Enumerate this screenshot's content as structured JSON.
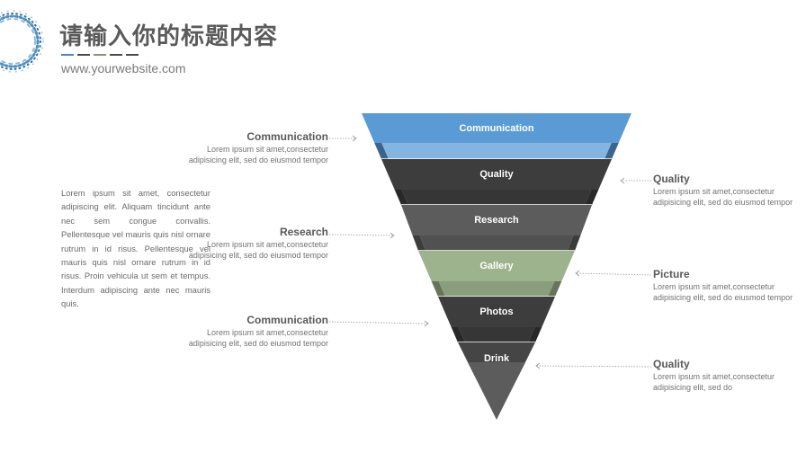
{
  "header": {
    "title": "请输入你的标题内容",
    "website": "www.yourwebsite.com",
    "dash_colors": [
      "#4a86c5",
      "#4a4a4a",
      "#7b9a6c",
      "#4a4a4a",
      "#4a4a4a"
    ]
  },
  "intro": {
    "text": "Lorem ipsum sit amet, consectetur adipiscing elit. Aliquam tincidunt ante nec sem congue convallis. Pellentesque vel mauris quis nisl ornare rutrum in id risus. Pellentesque vel mauris quis nisl ornare rutrum in id risus. Proin vehicula ut sem et tempus. Interdum adipiscing ante nec mauris quis."
  },
  "funnel": {
    "segments": [
      {
        "label": "Communication",
        "color": "#5b9bd5"
      },
      {
        "label": "Quality",
        "color": "#3d3d3d"
      },
      {
        "label": "Research",
        "color": "#5c5c5c"
      },
      {
        "label": "Gallery",
        "color": "#9db38e"
      },
      {
        "label": "Photos",
        "color": "#3d3d3d"
      },
      {
        "label": "Drink",
        "color": "#5c5c5c"
      }
    ]
  },
  "callouts": {
    "left": [
      {
        "heading": "Communication",
        "body": "Lorem ipsum sit amet,consectetur adipisicing elit, sed do eiusmod tempor"
      },
      {
        "heading": "Research",
        "body": "Lorem ipsum sit amet,consectetur adipisicing elit, sed do eiusmod tempor"
      },
      {
        "heading": "Communication",
        "body": "Lorem ipsum sit amet,consectetur adipisicing elit, sed do eiusmod tempor"
      }
    ],
    "right": [
      {
        "heading": "Quality",
        "body": "Lorem ipsum sit amet,consectetur adipisicing elit, sed do eiusmod tempor"
      },
      {
        "heading": "Picture",
        "body": "Lorem ipsum sit amet,consectetur adipisicing elit, sed do eiusmod tempor"
      },
      {
        "heading": "Quality",
        "body": "Lorem ipsum sit amet,consectetur adipisicing elit, sed do"
      }
    ]
  }
}
